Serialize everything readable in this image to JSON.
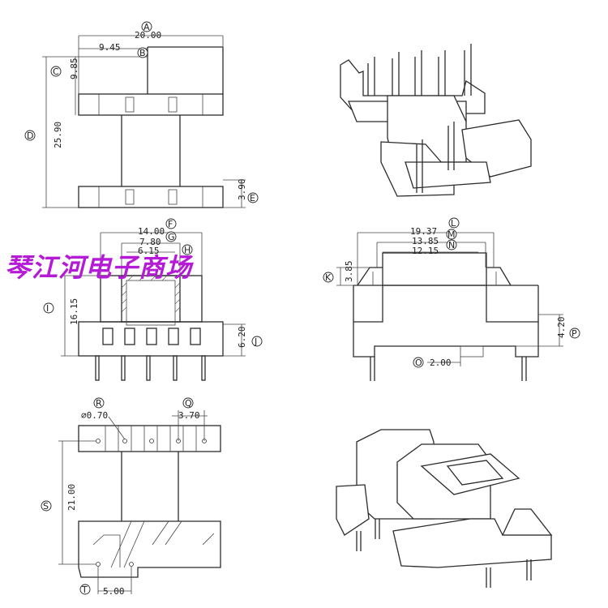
{
  "watermark": "琴江河电子商场",
  "labels": {
    "A": "A",
    "B": "B",
    "C": "C",
    "D": "D",
    "E": "E",
    "F": "F",
    "G": "G",
    "H": "H",
    "I": "I",
    "J": "J",
    "K": "K",
    "L": "L",
    "M": "M",
    "N": "N",
    "O": "O",
    "P": "P",
    "Q": "Q",
    "R": "R",
    "S": "S",
    "T": "T"
  },
  "dims": {
    "A": "20.00",
    "B": "9.45",
    "C": "9.85",
    "D": "25.90",
    "E": "3.90",
    "F": "14.00",
    "G": "7.80",
    "H": "6.15",
    "I": "16.15",
    "J": "6.20",
    "K": "3.85",
    "L": "19.37",
    "M": "13.85",
    "N": "12.15",
    "O": "2.00",
    "P": "4.20",
    "Q": "3.70",
    "R": "⌀0.70",
    "S": "21.00",
    "T": "5.00"
  }
}
